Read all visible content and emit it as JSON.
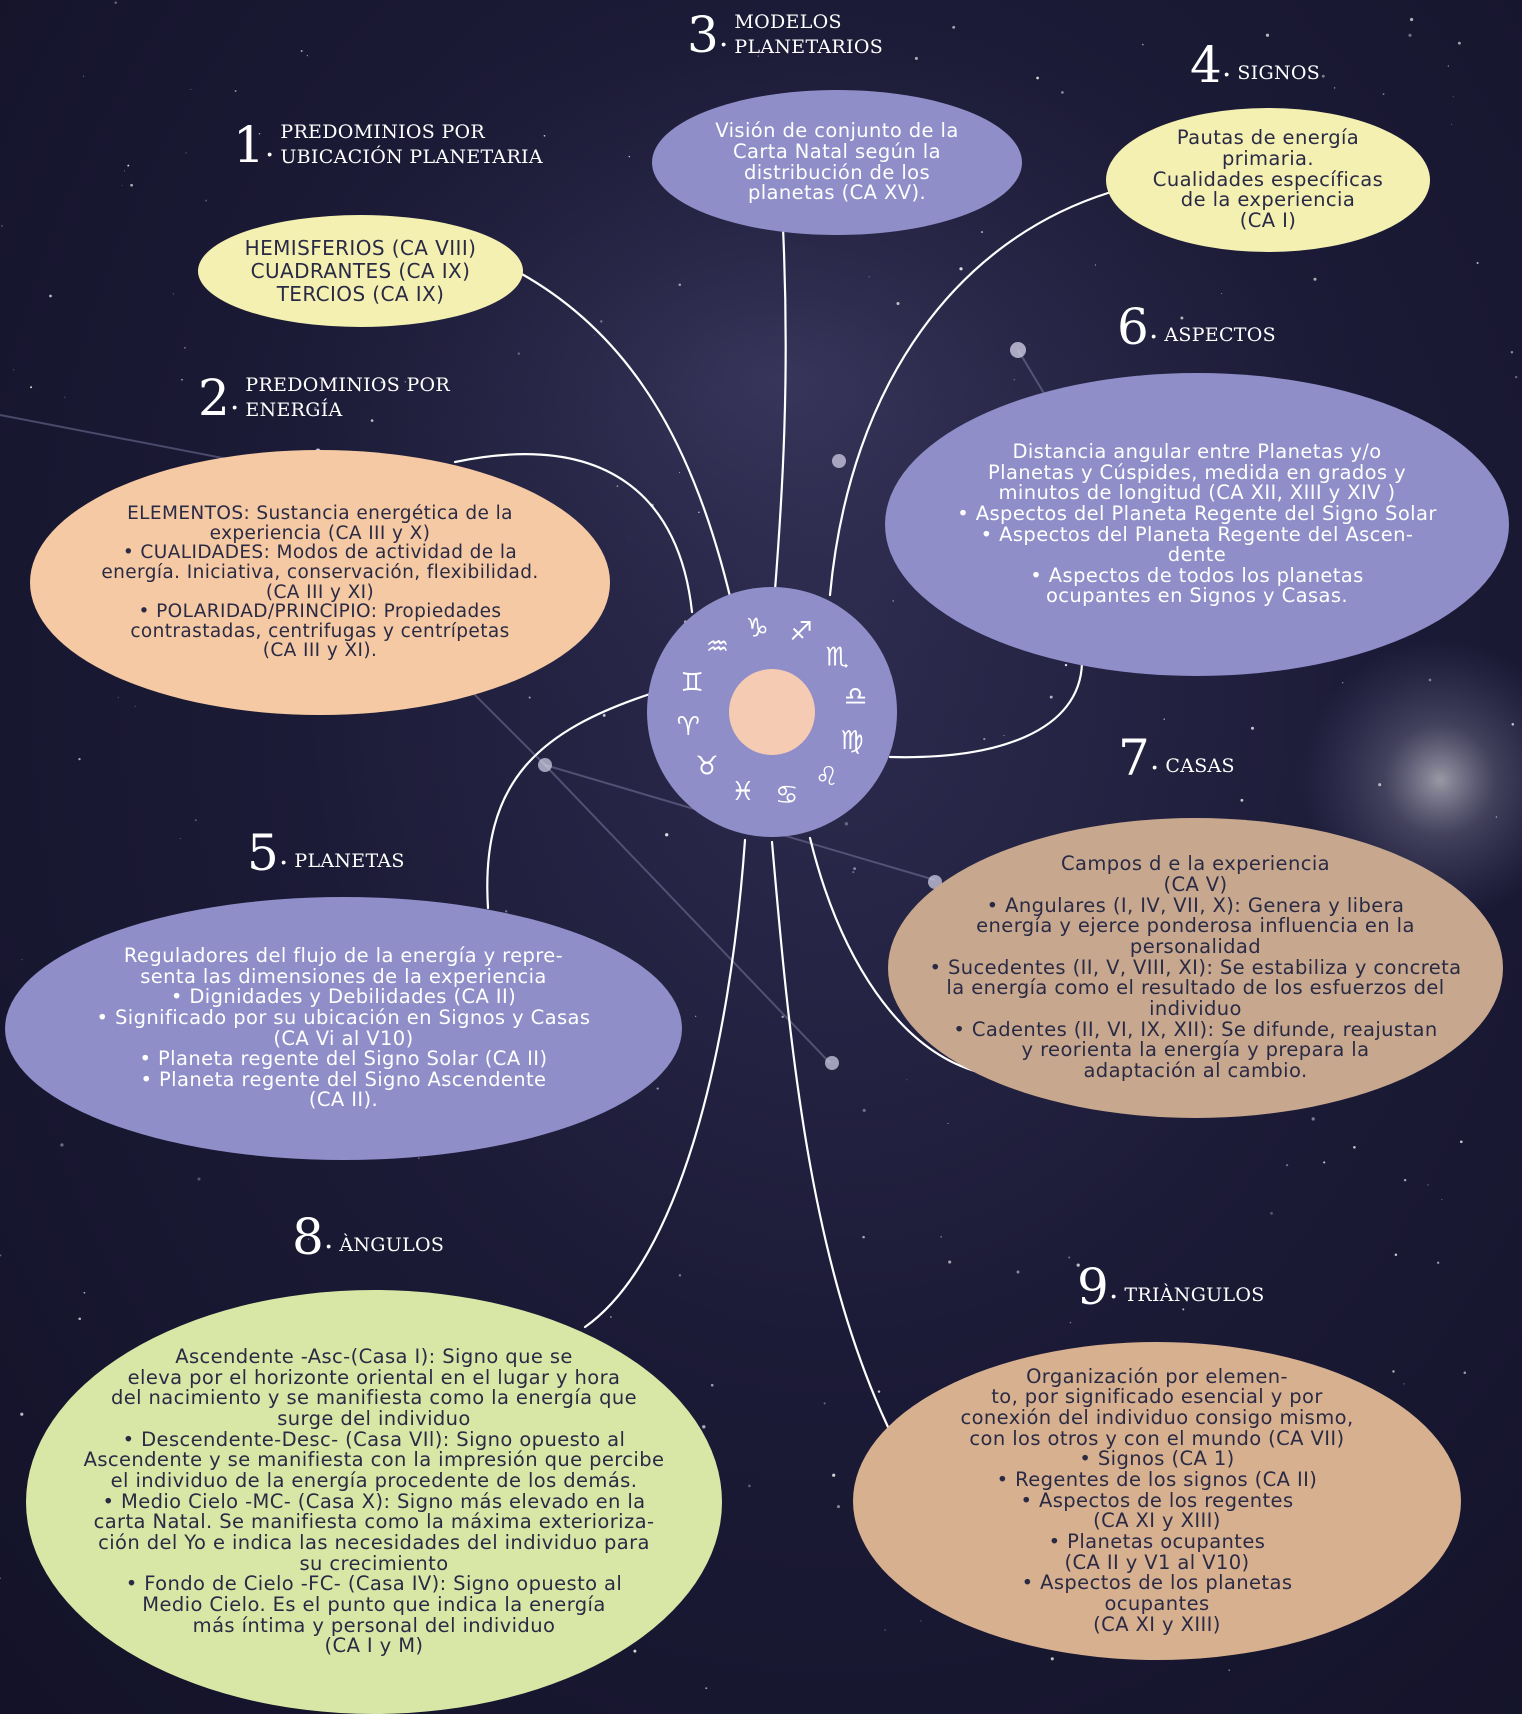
{
  "colors": {
    "background": "#1c1b37",
    "lavender": "#8f8ec8",
    "cream": "#f3f0b2",
    "peach": "#f4c9a3",
    "tan": "#c7a88f",
    "lime": "#d9e7a6",
    "sand": "#d7b08f",
    "wheel_center": "#f6cbb4",
    "connector": "#ffffff"
  },
  "center": {
    "zodiac_glyphs": [
      "♑",
      "♐",
      "♏",
      "♎",
      "♍",
      "♌",
      "♋",
      "♓",
      "♉",
      "♈",
      "♊",
      "♒"
    ]
  },
  "sections": [
    {
      "number": "1",
      "heading_line1": "PREDOMINIOS POR",
      "heading_line2": "UBICACIÓN PLANETARIA",
      "body": "HEMISFERIOS (CA VIII)\nCUADRANTES (CA IX)\nTERCIOS (CA IX)"
    },
    {
      "number": "2",
      "heading_line1": "PREDOMINIOS POR",
      "heading_line2": "ENERGÍA",
      "body": "ELEMENTOS: Sustancia energética de la\nexperiencia (CA III y X)\n• CUALIDADES: Modos de actividad de la\nenergía. Iniciativa, conservación, flexibilidad.\n(CA III y XI)\n• POLARIDAD/PRINCIPIO: Propiedades\ncontrastadas, centrifugas y centrípetas\n(CA III y XI)."
    },
    {
      "number": "3",
      "heading_line1": "MODELOS",
      "heading_line2": "PLANETARIOS",
      "body": "Visión de conjunto de la\nCarta Natal según la\ndistribución de los\nplanetas (CA XV)."
    },
    {
      "number": "4",
      "heading_line1": "SIGNOS",
      "heading_line2": "",
      "body": "Pautas de energía\nprimaria.\nCualidades específicas\nde la experiencia\n(CA I)"
    },
    {
      "number": "5",
      "heading_line1": "PLANETAS",
      "heading_line2": "",
      "body": "Reguladores del flujo de la energía y repre-\nsenta las dimensiones de la experiencia\n• Dignidades y Debilidades (CA II)\n• Significado por su ubicación en Signos y Casas\n(CA Vi al V10)\n• Planeta regente del Signo Solar (CA II)\n• Planeta regente del Signo Ascendente\n(CA II)."
    },
    {
      "number": "6",
      "heading_line1": "ASPECTOS",
      "heading_line2": "",
      "body": "Distancia angular entre Planetas y/o\nPlanetas y Cúspides, medida en grados y\nminutos de longitud (CA XII, XIII y XIV )\n• Aspectos del Planeta Regente del Signo Solar\n• Aspectos del Planeta Regente del Ascen-\ndente\n• Aspectos de todos los planetas\nocupantes en Signos y Casas."
    },
    {
      "number": "7",
      "heading_line1": "CASAS",
      "heading_line2": "",
      "body": "Campos d e la experiencia\n(CA V)\n• Angulares (I, IV, VII, X): Genera y libera\nenergía y ejerce ponderosa influencia en la\npersonalidad\n• Sucedentes (II, V, VIII, XI): Se estabiliza y concreta\nla energía como el resultado de los esfuerzos del\nindividuo\n• Cadentes (II, VI, IX, XII): Se difunde, reajustan\ny reorienta la energía y prepara la\nadaptación al cambio."
    },
    {
      "number": "8",
      "heading_line1": "ÀNGULOS",
      "heading_line2": "",
      "body": "Ascendente -Asc-(Casa I): Signo que se\neleva por el horizonte oriental en el lugar y hora\ndel nacimiento y se manifiesta como la energía que\nsurge del individuo\n• Descendente-Desc- (Casa VIl): Signo opuesto al\nAscendente y se manifiesta con la impresión que percibe\nel individuo de la energía procedente de los demás.\n• Medio Cielo -MC- (Casa X): Signo más elevado en la\ncarta Natal. Se manifiesta como la máxima exterioriza-\nción del Yo e indica las necesidades del individuo para\nsu crecimiento\n• Fondo de Cielo -FC- (Casa IV): Signo opuesto al\nMedio Cielo. Es el punto que indica la energía\nmás íntima y personal del individuo\n(CA I y M)"
    },
    {
      "number": "9",
      "heading_line1": "TRIÀNGULOS",
      "heading_line2": "",
      "body": "Organización por elemen-\nto, por significado esencial y por\nconexión del individuo consigo mismo,\ncon los otros y con el mundo (CA VII)\n• Signos (CA 1)\n• Regentes de los signos (CA II)\n• Aspectos de los regentes\n(CA XI y XIII)\n• Planetas ocupantes\n(CA II y V1 al V10)\n• Aspectos de los planetas\nocupantes\n(CA XI y XIII)"
    }
  ]
}
